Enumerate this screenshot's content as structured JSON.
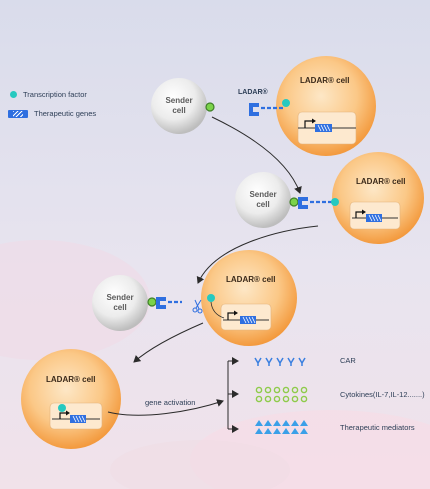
{
  "legend": {
    "transcription_factor": "Transcription factor",
    "therapeutic_genes": "Therapeutic genes"
  },
  "sender": {
    "line1": "Sender",
    "line2": "cell"
  },
  "ladar_receptor_label": "LADAR®",
  "ladar_cell_label": "LADAR® cell",
  "gene_activation": "gene activation",
  "outputs": {
    "car": "CAR",
    "cytokines": "Cytokines(IL-7,IL-12.......)",
    "therapeutic_mediators": "Therapeutic mediators"
  },
  "colors": {
    "transcription_factor": "#26c9c0",
    "gene": "#2f6fe0",
    "ligand": "#7bd34a",
    "cell_orange": "#f7a64a",
    "triangle": "#3aa0e8"
  }
}
